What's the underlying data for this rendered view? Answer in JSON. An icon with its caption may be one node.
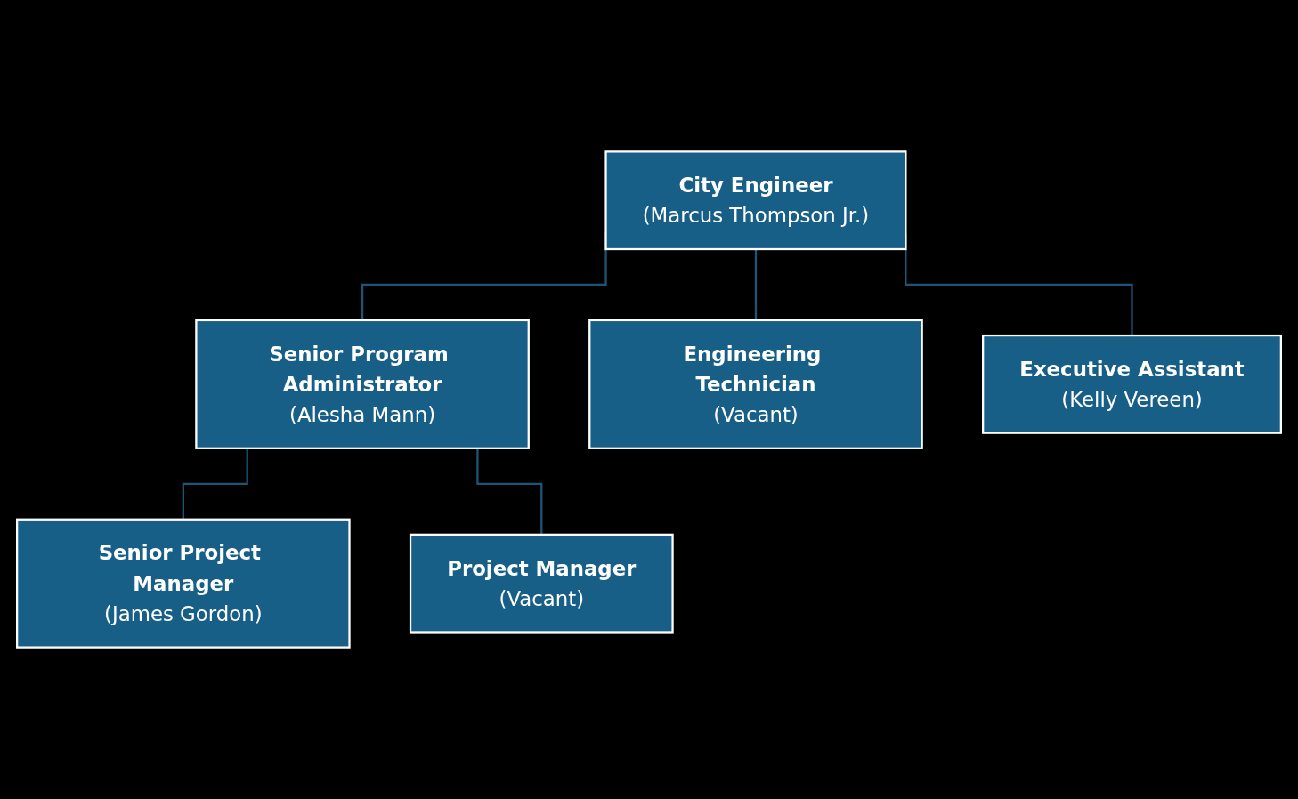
{
  "diagram": {
    "nodes": [
      {
        "text": [
          "City Engineer",
          "(Marcus Thompson Jr.)"
        ]
      },
      {
        "text": [
          "Senior Program Administrator",
          "(Alesha Mann)"
        ]
      },
      {
        "text": [
          "Executive Assistant",
          "(Kelly Vereen)"
        ]
      },
      {
        "text": [
          "Engineering Technician",
          "(Vacant)"
        ]
      },
      {
        "text": [
          "Senior Project Manager",
          "(James Gordon)"
        ]
      },
      {
        "text": [
          "Project Manager",
          "(Vacant)"
        ]
      }
    ],
    "edges": [
      {
        "from": 0,
        "to": 1,
        "arrow": "none"
      },
      {
        "from": 0,
        "to": 3,
        "arrow": "none"
      },
      {
        "from": 0,
        "to": 2,
        "arrow": "none"
      },
      {
        "from": 1,
        "to": 4,
        "arrow": "none"
      },
      {
        "from": 1,
        "to": 5,
        "arrow": "none"
      }
    ]
  }
}
